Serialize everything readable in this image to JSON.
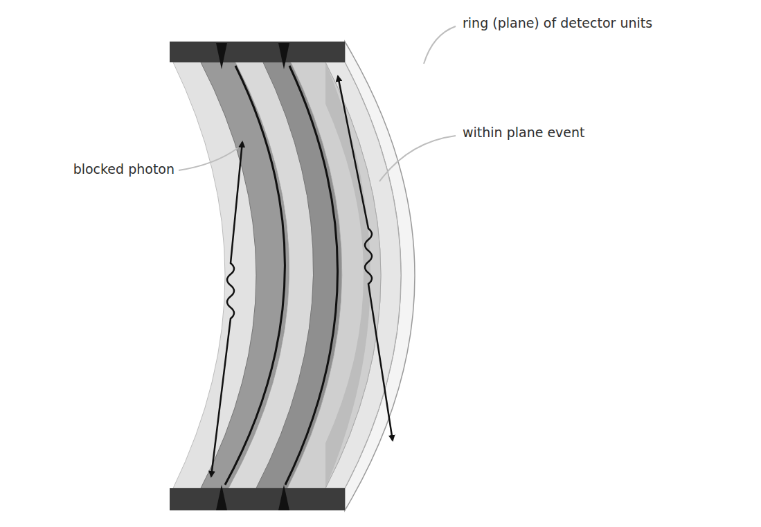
{
  "diagram": {
    "labels": [
      "ring (plane) of detector units",
      "within plane event",
      "blocked photon"
    ]
  }
}
